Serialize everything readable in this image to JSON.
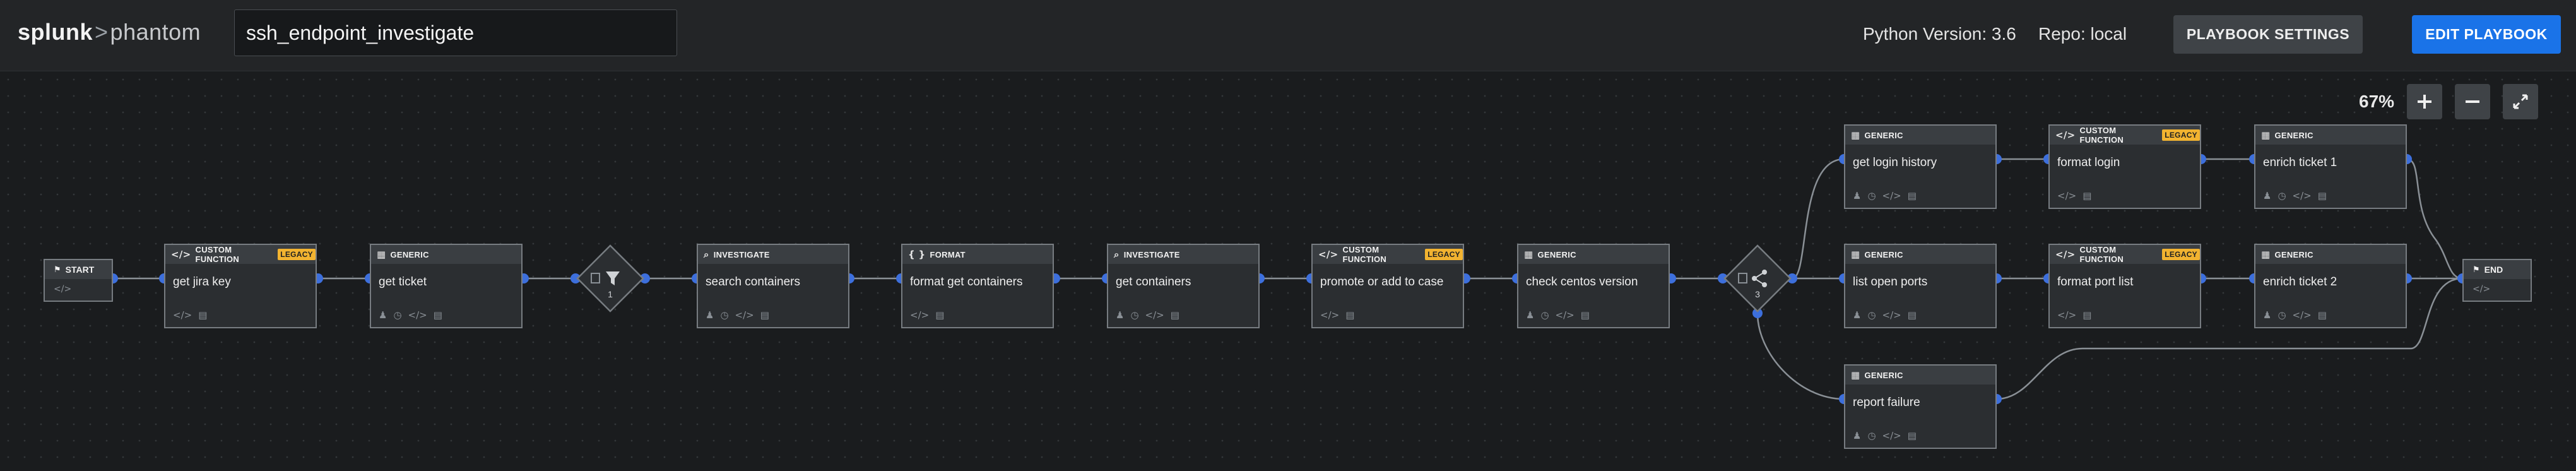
{
  "header": {
    "logo_brand": "splunk",
    "logo_sep": ">",
    "logo_product": "phantom",
    "playbook_name": "ssh_endpoint_investigate",
    "python_version": "Python Version: 3.6",
    "repo": "Repo: local",
    "settings_label": "PLAYBOOK SETTINGS",
    "edit_label": "EDIT PLAYBOOK"
  },
  "canvas": {
    "zoom_level": "67%",
    "zoom_in_icon": "plus-icon",
    "zoom_out_icon": "minus-icon",
    "fit_icon": "expand-icon"
  },
  "colors": {
    "accent": "#1a73e8",
    "connector_dot": "#3d6fdc",
    "legacy_badge": "#f2b330",
    "node_border": "#777c81"
  },
  "start": {
    "label": "START",
    "icon": "flag-icon"
  },
  "end": {
    "label": "END",
    "icon": "flag-icon"
  },
  "decision1": {
    "count": "1",
    "icon": "filter-icon"
  },
  "decision2": {
    "count": "3",
    "icon": "split-icon"
  },
  "legacy_label": "LEGACY",
  "nodes": [
    {
      "type": "CUSTOM FUNCTION",
      "icon": "code-icon",
      "legacy": true,
      "name": "get jira key",
      "actions": [
        "code-icon",
        "document-icon"
      ]
    },
    {
      "type": "GENERIC",
      "icon": "grid-icon",
      "legacy": false,
      "name": "get ticket",
      "actions": [
        "user-icon",
        "clock-icon",
        "code-icon",
        "document-icon"
      ]
    },
    {
      "type": "INVESTIGATE",
      "icon": "search-icon",
      "legacy": false,
      "name": "search containers",
      "actions": [
        "user-icon",
        "clock-icon",
        "code-icon",
        "document-icon"
      ]
    },
    {
      "type": "FORMAT",
      "icon": "braces-icon",
      "legacy": false,
      "name": "format get containers",
      "actions": [
        "code-icon",
        "document-icon"
      ]
    },
    {
      "type": "INVESTIGATE",
      "icon": "search-icon",
      "legacy": false,
      "name": "get containers",
      "actions": [
        "user-icon",
        "clock-icon",
        "code-icon",
        "document-icon"
      ]
    },
    {
      "type": "CUSTOM FUNCTION",
      "icon": "code-icon",
      "legacy": true,
      "name": "promote or add to case",
      "actions": [
        "code-icon",
        "document-icon"
      ]
    },
    {
      "type": "GENERIC",
      "icon": "grid-icon",
      "legacy": false,
      "name": "check centos version",
      "actions": [
        "user-icon",
        "clock-icon",
        "code-icon",
        "document-icon"
      ]
    },
    {
      "type": "GENERIC",
      "icon": "grid-icon",
      "legacy": false,
      "name": "get login history",
      "actions": [
        "user-icon",
        "clock-icon",
        "code-icon",
        "document-icon"
      ]
    },
    {
      "type": "CUSTOM FUNCTION",
      "icon": "code-icon",
      "legacy": true,
      "name": "format login",
      "actions": [
        "code-icon",
        "document-icon"
      ]
    },
    {
      "type": "GENERIC",
      "icon": "grid-icon",
      "legacy": false,
      "name": "enrich ticket 1",
      "actions": [
        "user-icon",
        "clock-icon",
        "code-icon",
        "document-icon"
      ]
    },
    {
      "type": "GENERIC",
      "icon": "grid-icon",
      "legacy": false,
      "name": "list open ports",
      "actions": [
        "user-icon",
        "clock-icon",
        "code-icon",
        "document-icon"
      ]
    },
    {
      "type": "CUSTOM FUNCTION",
      "icon": "code-icon",
      "legacy": true,
      "name": "format port list",
      "actions": [
        "code-icon",
        "document-icon"
      ]
    },
    {
      "type": "GENERIC",
      "icon": "grid-icon",
      "legacy": false,
      "name": "enrich ticket 2",
      "actions": [
        "user-icon",
        "clock-icon",
        "code-icon",
        "document-icon"
      ]
    },
    {
      "type": "GENERIC",
      "icon": "grid-icon",
      "legacy": false,
      "name": "report failure",
      "actions": [
        "user-icon",
        "clock-icon",
        "code-icon",
        "document-icon"
      ]
    }
  ]
}
